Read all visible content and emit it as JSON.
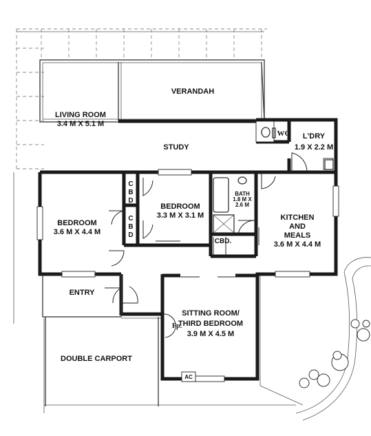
{
  "plan": {
    "rooms": {
      "verandah": "VERANDAH",
      "living_name": "LIVING ROOM",
      "living_size": "3.4 M X 5.1 M",
      "study": "STUDY",
      "wc": "WC",
      "laundry_name": "L'DRY",
      "laundry_size": "1.9 X 2.2 M",
      "bed1_name": "BEDROOM",
      "bed1_size": "3.6 M X 4.4 M",
      "bed2_name": "BEDROOM",
      "bed2_size": "3.3 M X 3.1 M",
      "bath_name": "BATH",
      "bath_size1": "1.8 M X",
      "bath_size2": "2.6 M",
      "kitchen_1": "KITCHEN",
      "kitchen_2": "AND",
      "kitchen_3": "MEALS",
      "kitchen_size": "3.6 M X 4.4 M",
      "cbd1_a": "C",
      "cbd1_b": "B",
      "cbd1_c": "D",
      "cbd2_a": "C",
      "cbd2_b": "B",
      "cbd2_c": "D",
      "cbd3": "CBD.",
      "entry": "ENTRY",
      "sitting_1": "SITTING ROOM/",
      "sitting_2": "THIRD BEDROOM",
      "sitting_size": "3.9 M X 4.5 M",
      "fireplace": "Fp.",
      "carport": "DOUBLE CARPORT",
      "ac": "AC"
    }
  }
}
